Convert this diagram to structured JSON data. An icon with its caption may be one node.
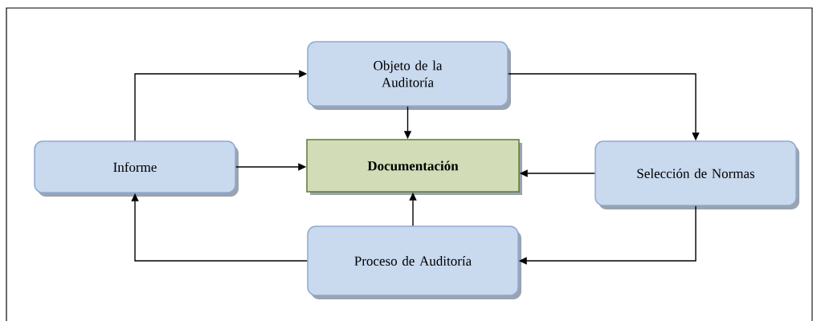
{
  "diagram": {
    "nodes": [
      {
        "text": [
          "Objeto de la Auditoría"
        ]
      },
      {
        "text": [
          "Informe"
        ]
      },
      {
        "text": [
          "Documentación"
        ]
      },
      {
        "text": [
          "Selección de Normas"
        ]
      },
      {
        "text": [
          "Proceso de Auditoría"
        ]
      }
    ],
    "edges": [
      {
        "from": 1,
        "to": 0,
        "arrow": "to"
      },
      {
        "from": 0,
        "to": 2,
        "arrow": "to"
      },
      {
        "from": 0,
        "to": 3,
        "arrow": "to"
      },
      {
        "from": 1,
        "to": 2,
        "arrow": "to"
      },
      {
        "from": 3,
        "to": 2,
        "arrow": "to"
      },
      {
        "from": 3,
        "to": 4,
        "arrow": "to"
      },
      {
        "from": 4,
        "to": 2,
        "arrow": "to"
      },
      {
        "from": 4,
        "to": 1,
        "arrow": "to"
      }
    ]
  }
}
